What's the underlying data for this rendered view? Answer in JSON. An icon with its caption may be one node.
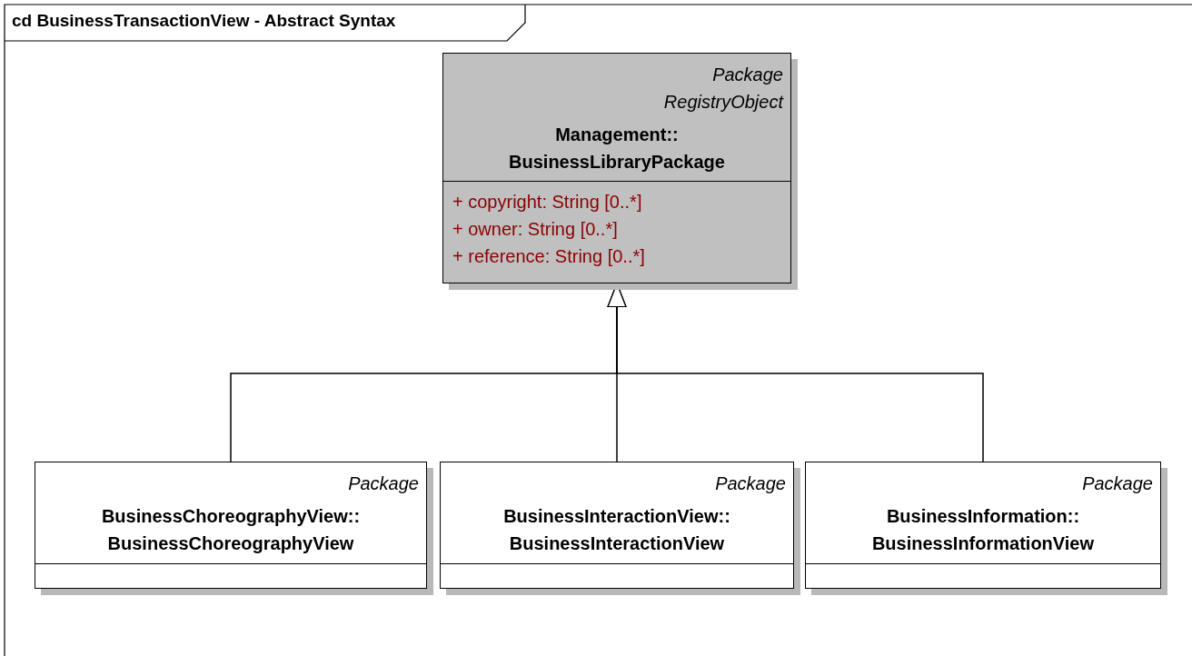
{
  "diagram": {
    "title": "cd BusinessTransactionView - Abstract Syntax",
    "nodes": [
      {
        "text": [
          "Package",
          "RegistryObject",
          "Management:: BusinessLibraryPackage",
          "+ copyright: String [0..*]",
          "+ owner: String [0..*]",
          "+ reference: String [0..*]"
        ]
      },
      {
        "text": [
          "Package",
          "BusinessChoreographyView:: BusinessChoreographyView"
        ]
      },
      {
        "text": [
          "Package",
          "BusinessInteractionView:: BusinessInteractionView"
        ]
      },
      {
        "text": [
          "Package",
          "BusinessInformation:: BusinessInformationView"
        ]
      }
    ],
    "edges": [
      {
        "from": 1,
        "to": 0,
        "arrow": "to"
      },
      {
        "from": 2,
        "to": 0,
        "arrow": "to"
      },
      {
        "from": 3,
        "to": 0,
        "arrow": "to"
      }
    ]
  }
}
